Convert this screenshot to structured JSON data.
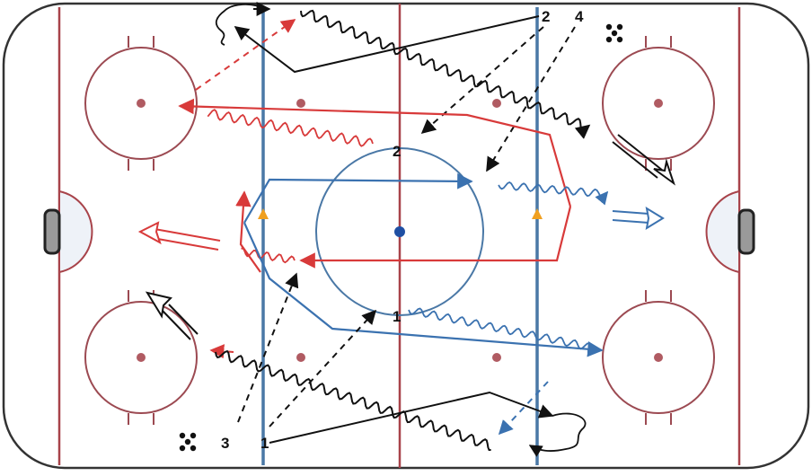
{
  "colors": {
    "board": "#333333",
    "ice": "#ffffff",
    "crease": "#eef2f8",
    "line_red": "#a8434a",
    "line_blue": "#4a78a6",
    "circle": "#9c4a52",
    "dot": "#b05b62",
    "faceoff_dot_center": "#1f4fa3",
    "net": "#777777",
    "team_red": "#d83a3a",
    "team_blue": "#3b72b0",
    "skater_black": "#111111",
    "cone": "#f0a020"
  },
  "icons": {
    "puck_pile": "puck-pile-icon",
    "cone": "cone-icon",
    "net": "net-icon"
  },
  "labels": {
    "p2_top": "2",
    "p4_top": "4",
    "p2_center": "2",
    "p1_center": "1",
    "p3_bottom": "3",
    "p1_bottom": "1"
  }
}
